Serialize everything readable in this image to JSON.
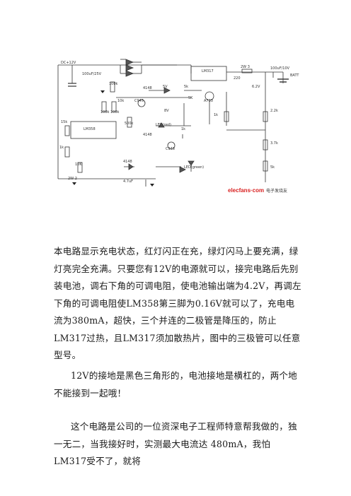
{
  "figure": {
    "labels": {
      "dc_in": "DC+12V",
      "cap_in": "100uF/25V",
      "ic_reg": "LM317",
      "r_sense": "2W 3",
      "cap_out": "100uF/10V",
      "batt": "BATT",
      "r220": "220",
      "dz": "6.2V",
      "r100k_a": "100k",
      "r10k": "10k",
      "d4148_a": "4148",
      "d5v": "5V",
      "r100k_b": "100k",
      "r100k_c": "100k",
      "q1": "C945",
      "d8v": "8V",
      "r5k_a": "5K",
      "r5k_b": "5k",
      "q2": "A733",
      "ic_op": "LM358",
      "r500k": "500k",
      "led_red": "LED(red)",
      "r1k_a": "1k",
      "r2k2": "2.2k",
      "r1k_b": "1k",
      "r3k7": "3.7k",
      "r15k": "15k",
      "q3": "C945",
      "r1k_c": "1k",
      "d4148_b": "4148",
      "d4148_c": "4148",
      "led_green": "LED(green)",
      "r10k_b": "10K",
      "r5k_c": "5k",
      "zener": "2W 2",
      "cap_small": "4.7uF"
    },
    "watermark_en": "elecfans·com",
    "watermark_cn": "电子发烧友"
  },
  "paragraphs": [
    "本电路显示充电状态，红灯闪正在充，绿灯闪马上要充满，绿灯亮完全充满。只要您有12V的电源就可以，接完电路后先别装电池，调右下角的可调电阻，使电池输出端为4.2V，再调左下角的可调电阻使LM358第三脚为0.16V就可以了，充电电流为380mA，超快，三个并连的二极管是降压的，防止LM317过热，且LM317须加散热片，图中的三极管可以任意型号。",
    "12V的接地是黑色三角形的，电池接地是横杠的，两个地不能接到一起哦！",
    "这个电路是公司的一位资深电子工程师特意帮我做的，独一无二，当我接好时，实测最大电流达 480mA，我怕LM317受不了，就将"
  ]
}
